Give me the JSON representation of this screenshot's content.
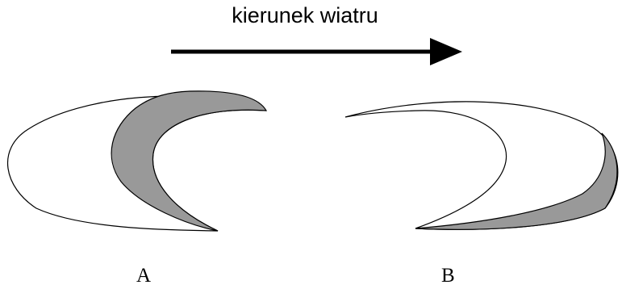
{
  "wind": {
    "label": "kierunek wiatru"
  },
  "shapes": [
    {
      "label": "A"
    },
    {
      "label": "B"
    }
  ],
  "colors": {
    "outline": "#000000",
    "fill_white": "#ffffff",
    "fill_gray": "#999999"
  }
}
